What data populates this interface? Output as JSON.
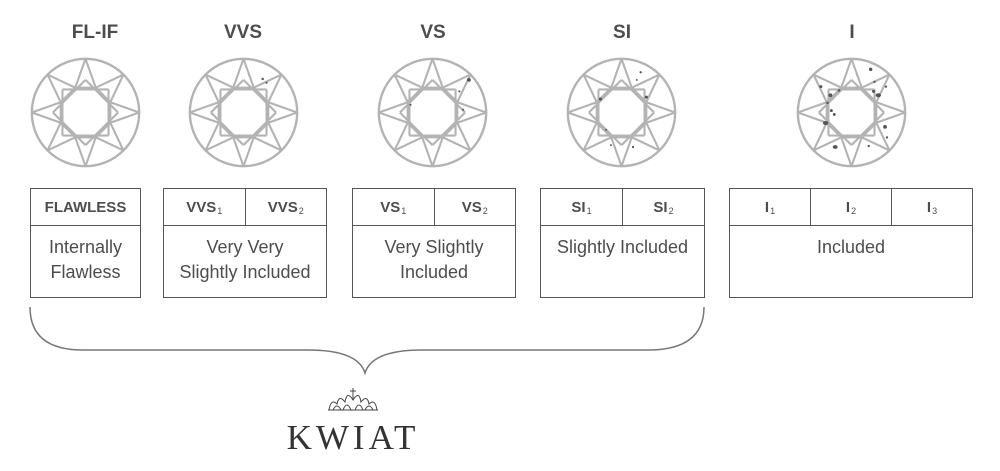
{
  "grades": [
    {
      "title": "FL-IF",
      "subs": [
        {
          "text": "FLAWLESS",
          "sub": ""
        }
      ],
      "desc": [
        "Internally",
        "Flawless"
      ]
    },
    {
      "title": "VVS",
      "subs": [
        {
          "text": "VVS",
          "sub": "1"
        },
        {
          "text": "VVS",
          "sub": "2"
        }
      ],
      "desc": [
        "Very Very",
        "Slightly Included"
      ]
    },
    {
      "title": "VS",
      "subs": [
        {
          "text": "VS",
          "sub": "1"
        },
        {
          "text": "VS",
          "sub": "2"
        }
      ],
      "desc": [
        "Very Slightly",
        "Included"
      ]
    },
    {
      "title": "SI",
      "subs": [
        {
          "text": "SI",
          "sub": "1"
        },
        {
          "text": "SI",
          "sub": "2"
        }
      ],
      "desc": [
        "Slightly Included"
      ]
    },
    {
      "title": "I",
      "subs": [
        {
          "text": "I",
          "sub": "1"
        },
        {
          "text": "I",
          "sub": "2"
        },
        {
          "text": "I",
          "sub": "3"
        }
      ],
      "desc": [
        "Included"
      ]
    }
  ],
  "brand": {
    "name": "KWIAT"
  },
  "colors": {
    "diamond_line": "#b3b3b3",
    "inclusion": "#555555",
    "border": "#555555"
  }
}
